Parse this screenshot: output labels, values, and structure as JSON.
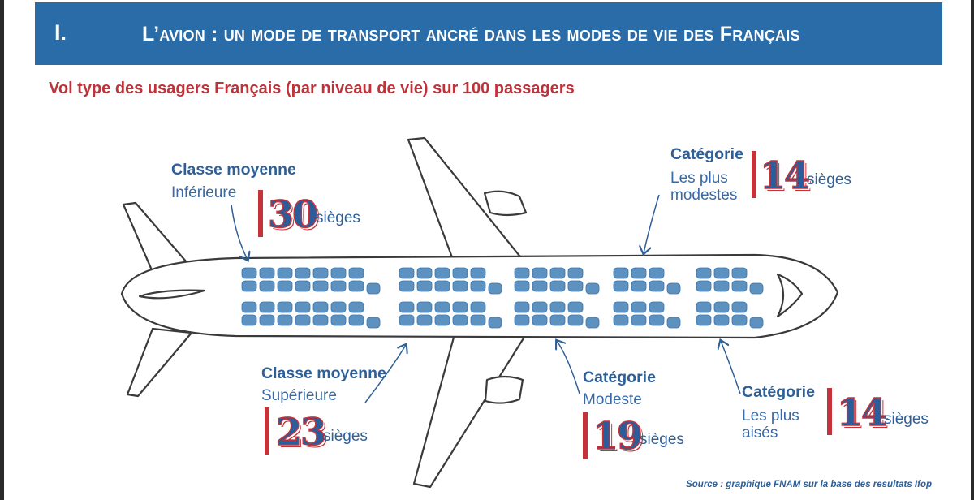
{
  "header": {
    "number": "I.",
    "title": "L’avion : un mode de transport ancré dans les modes de vie des Français"
  },
  "subtitle": "Vol type des usagers Français (par niveau de vie) sur 100 passagers",
  "labels": {
    "classe_inferieure": {
      "title": "Classe moyenne",
      "sub": "Inférieure",
      "value": "30",
      "unit": "sièges"
    },
    "classe_superieure": {
      "title": "Classe moyenne",
      "sub": "Supérieure",
      "value": "23",
      "unit": "sièges"
    },
    "modeste": {
      "title": "Catégorie",
      "sub": "Modeste",
      "value": "19",
      "unit": "sièges"
    },
    "plus_modestes": {
      "title": "Catégorie",
      "sub_line1": "Les plus",
      "sub_line2": "modestes",
      "value": "14",
      "unit": "sièges"
    },
    "plus_aises": {
      "title": "Catégorie",
      "sub_line1": "Les plus",
      "sub_line2": "aisés",
      "value": "14",
      "unit": "sièges"
    }
  },
  "source": "Source : graphique FNAM sur la base des resultats Ifop",
  "colors": {
    "header_bg": "#2a6ca7",
    "accent_red": "#c4323a",
    "seat_blue": "#5c91c0",
    "text_blue": "#2e5f97"
  }
}
